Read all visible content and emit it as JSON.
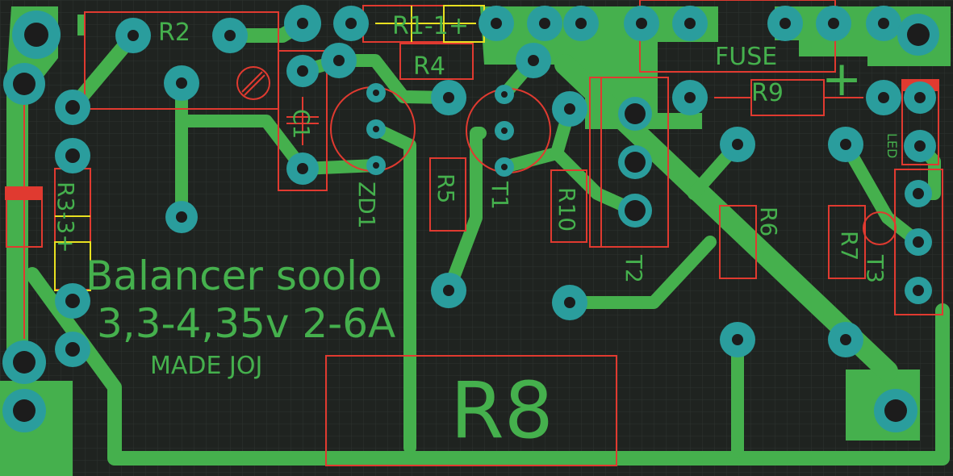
{
  "board": {
    "colors": {
      "background": "#1f2320",
      "copper": "#45b04d",
      "pad": "#2a9d9d",
      "hole": "#1c1c1c",
      "silkscreen": "#e03a30",
      "highlight": "#e8e020"
    },
    "components": {
      "r2": "R2",
      "r1": "R1-1+",
      "r4": "R4",
      "c1": "C1",
      "zd1": "ZD1",
      "r5": "R5",
      "t1": "T1",
      "r10": "R10",
      "t2": "T2",
      "r6": "R6",
      "r7": "R7",
      "t3": "T3",
      "fuse": "FUSE",
      "r9": "R9",
      "plus": "+",
      "led": "LED",
      "r3": "R3-3+",
      "r8": "R8"
    },
    "text": {
      "title": "Balancer soolo",
      "spec": "3,3-4,35v 2-6A",
      "author": "MADE JOJ"
    }
  }
}
